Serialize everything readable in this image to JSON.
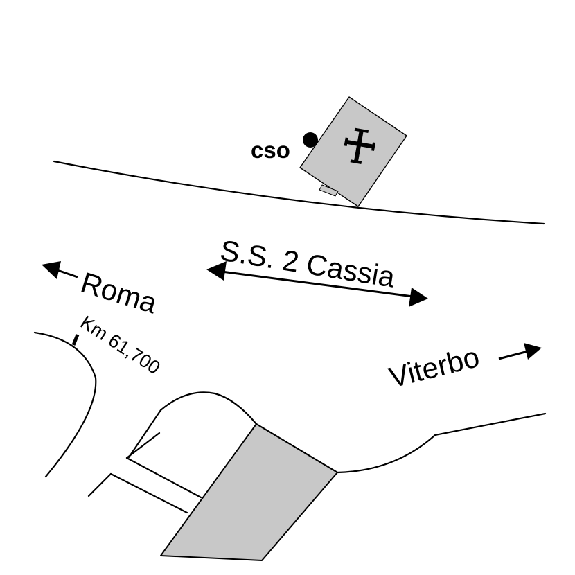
{
  "labels": {
    "cso": "cso",
    "road_name": "S.S. 2 Cassia",
    "roma": "Roma",
    "viterbo": "Viterbo",
    "km_marker": "Km 61,700"
  },
  "icons": {
    "church": "latin-cross-icon",
    "site_point": "filled-circle-icon",
    "arrows": "arrow-icon"
  },
  "colors": {
    "building_fill": "#c8c8c8",
    "line": "#000000",
    "background": "#ffffff"
  }
}
